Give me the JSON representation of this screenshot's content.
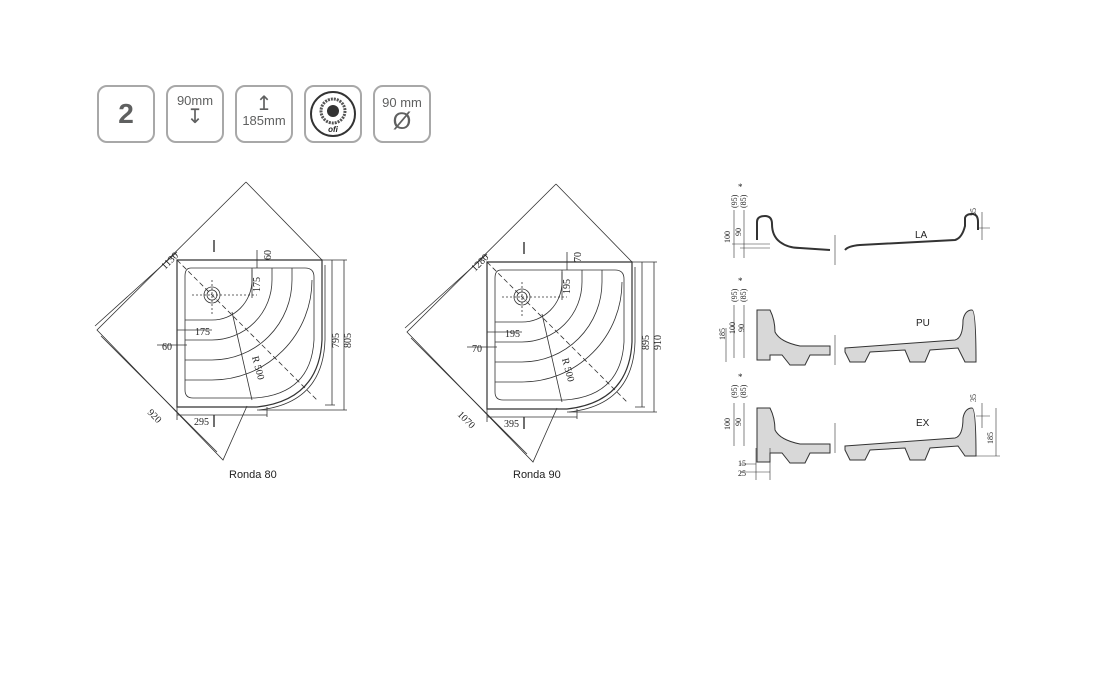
{
  "badges": {
    "count": "2",
    "drain_height": {
      "value": "90mm",
      "icon": "arrow-down-bar-icon"
    },
    "tray_height": {
      "value": "185mm",
      "icon": "arrow-up-bar-icon"
    },
    "certificate": {
      "label": "ofi",
      "icon": "certification-seal-icon"
    },
    "drain_diameter": {
      "value": "90 mm",
      "symbol": "Ø"
    }
  },
  "plans": [
    {
      "name": "Ronda 80",
      "diag": "1130",
      "side": "920",
      "rib_top": "60",
      "drain_v": "175",
      "drain_h": "175",
      "rib_left": "60",
      "bottom": "295",
      "radius": "R 500",
      "inner": "795",
      "outer": "805"
    },
    {
      "name": "Ronda 90",
      "diag": "1280",
      "side": "1070",
      "rib_top": "70",
      "drain_v": "195",
      "drain_h": "195",
      "rib_left": "70",
      "bottom": "395",
      "radius": "R 500",
      "inner": "895",
      "outer": "910"
    }
  ],
  "profiles": [
    {
      "name": "LA",
      "dims": {
        "a": "(95)",
        "b": "(85)",
        "star": "*",
        "h100": "100",
        "h90": "90",
        "rim": "35"
      }
    },
    {
      "name": "PU",
      "dims": {
        "a": "(95)",
        "b": "(85)",
        "star": "*",
        "h100": "100",
        "h90": "90",
        "total": "185"
      }
    },
    {
      "name": "EX",
      "dims": {
        "a": "(95)",
        "b": "(85)",
        "star": "*",
        "h100": "100",
        "h90": "90",
        "rim": "35",
        "total": "185",
        "w15": "15",
        "w25": "25"
      }
    }
  ]
}
